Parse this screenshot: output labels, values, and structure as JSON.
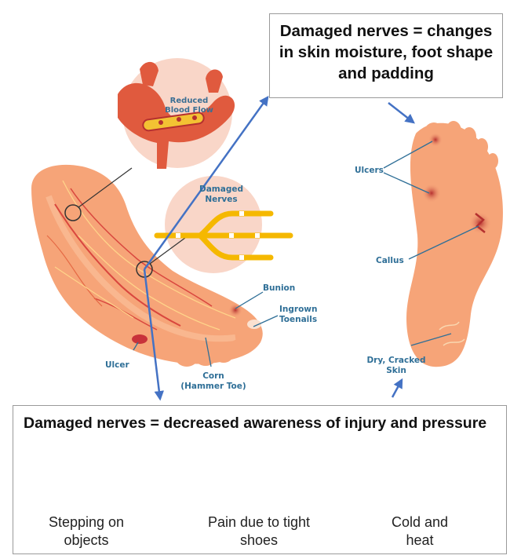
{
  "top_box": {
    "text": "Damaged nerves = changes in skin moisture, foot shape and padding"
  },
  "labels": {
    "reduced_blood_flow_1": "Reduced",
    "reduced_blood_flow_2": "Blood Flow",
    "damaged_nerves_1": "Damaged",
    "damaged_nerves_2": "Nerves",
    "bunion": "Bunion",
    "ingrown_1": "Ingrown",
    "ingrown_2": "Toenails",
    "ulcer": "Ulcer",
    "corn_1": "Corn",
    "corn_2": "(Hammer Toe)",
    "ulcers": "Ulcers",
    "callus": "Callus",
    "dry_1": "Dry, Cracked",
    "dry_2": "Skin"
  },
  "bottom_box": {
    "title": "Damaged nerves = decreased awareness of injury and pressure",
    "items": [
      {
        "caption": "Stepping on objects",
        "icon": "stepping-shoe-icon"
      },
      {
        "caption": "Pain due to tight shoes",
        "icon": "tight-sneaker-icon"
      },
      {
        "caption": "Cold and heat",
        "icon": "thermometer-sun-icon"
      }
    ]
  },
  "colors": {
    "skin": "#f6a478",
    "skin_light": "#fbc6a2",
    "label_blue": "#2f6f97",
    "arrow_blue": "#4472c4",
    "nerve_yellow": "#f5b800"
  }
}
